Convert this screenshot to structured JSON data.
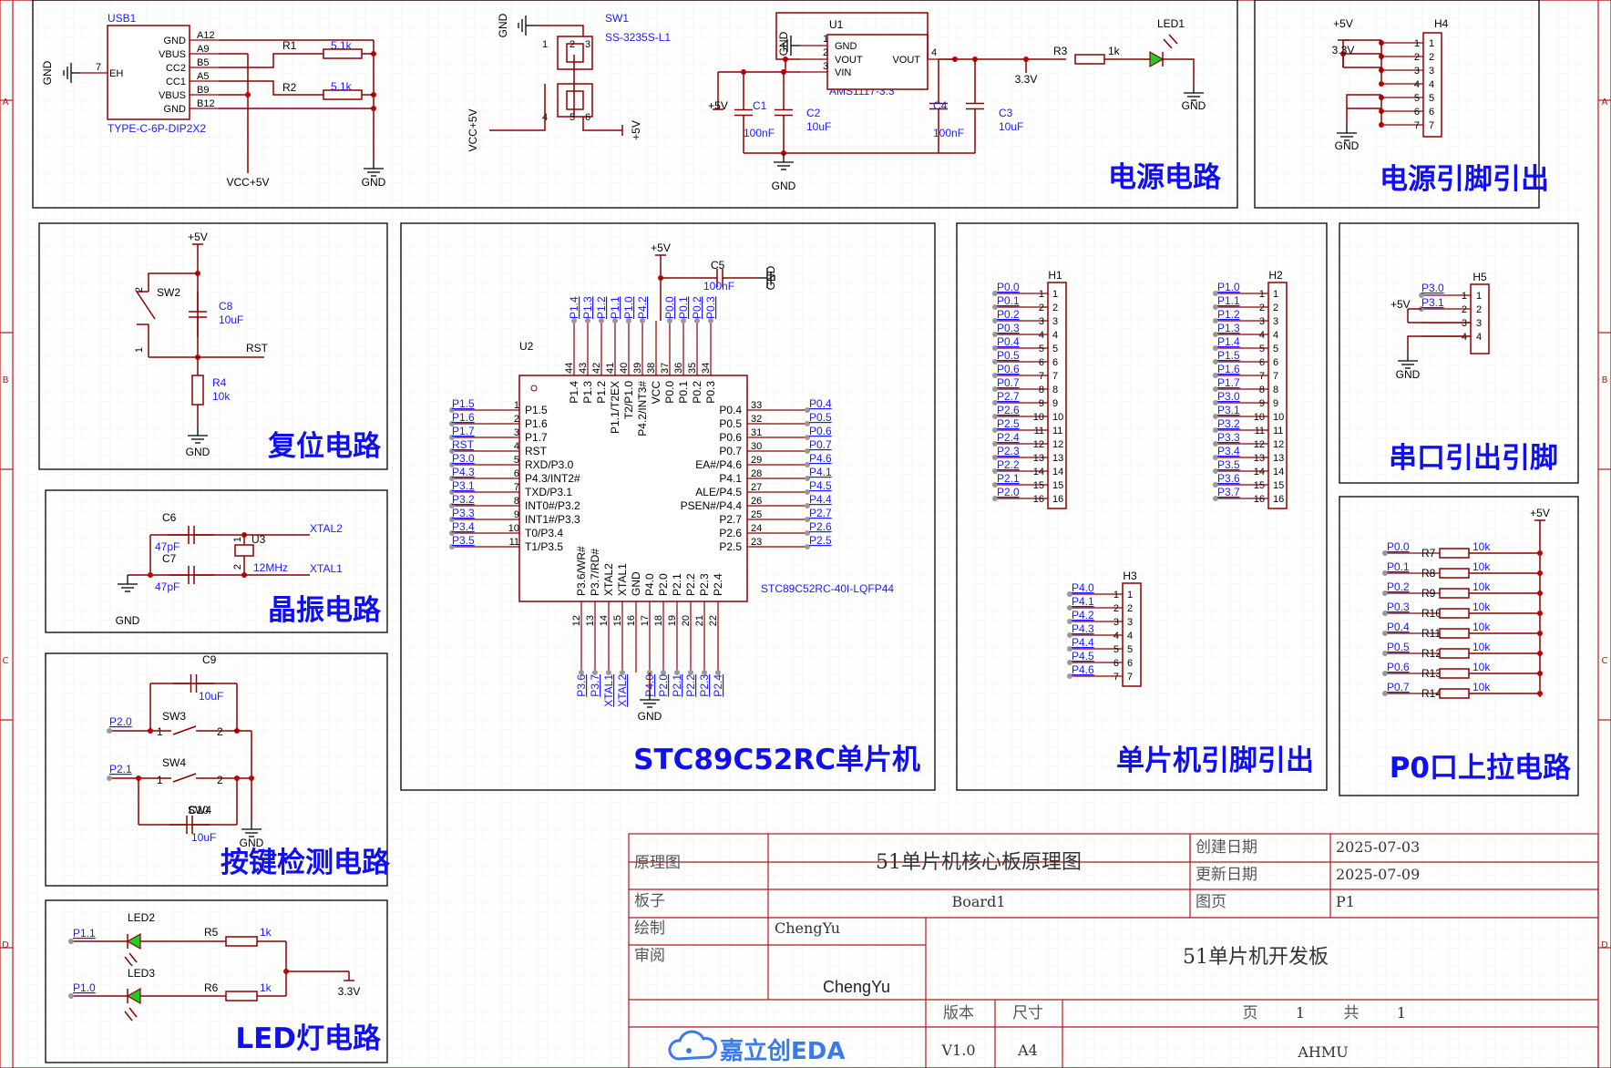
{
  "sections": {
    "power": "电源电路",
    "power_pins": "电源引脚引出",
    "reset": "复位电路",
    "mcu": "STC89C52RC单片机",
    "mcu_pins": "单片机引脚引出",
    "uart": "串口引出引脚",
    "crystal": "晶振电路",
    "pullup": "P0口上拉电路",
    "keys": "按键检测电路",
    "led": "LED灯电路"
  },
  "border_letters": [
    "A",
    "B",
    "C",
    "D"
  ],
  "components": {
    "usb": {
      "ref": "USB1",
      "value": "TYPE-C-6P-DIP2X2",
      "left_pin": "EH",
      "left_pin_num": "7",
      "pins": [
        "GND",
        "VBUS",
        "CC2",
        "CC1",
        "VBUS",
        "GND"
      ],
      "pin_nums": [
        "A12",
        "A9",
        "B5",
        "A5",
        "B9",
        "B12"
      ]
    },
    "r1": {
      "ref": "R1",
      "value": "5.1k"
    },
    "r2": {
      "ref": "R2",
      "value": "5.1k"
    },
    "sw1": {
      "ref": "SW1",
      "value": "SS-3235S-L1"
    },
    "u1": {
      "ref": "U1",
      "value": "AMS1117-3.3",
      "pins": [
        "GND",
        "VOUT",
        "VIN"
      ],
      "vout": "VOUT",
      "nums": [
        "1",
        "2",
        "3",
        "4"
      ]
    },
    "c1": {
      "ref": "C1",
      "value": "100nF"
    },
    "c2": {
      "ref": "C2",
      "value": "10uF"
    },
    "c3": {
      "ref": "C3",
      "value": "10uF"
    },
    "c4": {
      "ref": "C4",
      "value": "100nF"
    },
    "r3": {
      "ref": "R3",
      "value": "1k"
    },
    "led1": {
      "ref": "LED1"
    },
    "h4": {
      "ref": "H4",
      "pins": [
        "1",
        "2",
        "3",
        "4",
        "5",
        "6",
        "7"
      ]
    },
    "sw2": {
      "ref": "SW2"
    },
    "c8": {
      "ref": "C8",
      "value": "10uF"
    },
    "r4": {
      "ref": "R4",
      "value": "10k"
    },
    "c5": {
      "ref": "C5",
      "value": "100nF"
    },
    "u2": {
      "ref": "U2",
      "value": "STC89C52RC-40I-LQFP44",
      "left_names": [
        "P1.5",
        "P1.6",
        "P1.7",
        "RST",
        "RXD/P3.0",
        "P4.3/INT2#",
        "TXD/P3.1",
        "INT0#/P3.2",
        "INT1#/P3.3",
        "T0/P3.4",
        "T1/P3.5"
      ],
      "left_nums": [
        "1",
        "2",
        "3",
        "4",
        "5",
        "6",
        "7",
        "8",
        "9",
        "10",
        "11"
      ],
      "left_nets": [
        "P1.5",
        "P1.6",
        "P1.7",
        "RST",
        "P3.0",
        "P4.3",
        "P3.1",
        "P3.2",
        "P3.3",
        "P3.4",
        "P3.5"
      ],
      "right_names": [
        "P0.4",
        "P0.5",
        "P0.6",
        "P0.7",
        "EA#/P4.6",
        "P4.1",
        "ALE/P4.5",
        "PSEN#/P4.4",
        "P2.7",
        "P2.6",
        "P2.5"
      ],
      "right_nums": [
        "33",
        "32",
        "31",
        "30",
        "29",
        "28",
        "27",
        "26",
        "25",
        "24",
        "23"
      ],
      "right_nets": [
        "P0.4",
        "P0.5",
        "P0.6",
        "P0.7",
        "P4.6",
        "P4.1",
        "P4.5",
        "P4.4",
        "P2.7",
        "P2.6",
        "P2.5"
      ],
      "top_names": [
        "P1.4",
        "P1.3",
        "P1.2",
        "P1.1/T2EX",
        "T2/P1.0",
        "P4.2/INT3#",
        "VCC",
        "P0.0",
        "P0.1",
        "P0.2",
        "P0.3"
      ],
      "top_nums": [
        "44",
        "43",
        "42",
        "41",
        "40",
        "39",
        "38",
        "37",
        "36",
        "35",
        "34"
      ],
      "top_nets": [
        "P1.4",
        "P1.3",
        "P1.2",
        "P1.1",
        "P1.0",
        "P4.2",
        "",
        "P0.0",
        "P0.1",
        "P0.2",
        "P0.3"
      ],
      "bottom_names": [
        "P3.6/WR#",
        "P3.7/RD#",
        "XTAL2",
        "XTAL1",
        "GND",
        "P4.0",
        "P2.0",
        "P2.1",
        "P2.2",
        "P2.3",
        "P2.4"
      ],
      "bottom_nums": [
        "12",
        "13",
        "14",
        "15",
        "16",
        "17",
        "18",
        "19",
        "20",
        "21",
        "22"
      ],
      "bottom_nets": [
        "P3.6",
        "P3.7",
        "XTAL1",
        "XTAL2",
        "",
        "P4.0",
        "P2.0",
        "P2.1",
        "P2.2",
        "P2.3",
        "P2.4"
      ]
    },
    "h1": {
      "ref": "H1",
      "nets": [
        "P0.0",
        "P0.1",
        "P0.2",
        "P0.3",
        "P0.4",
        "P0.5",
        "P0.6",
        "P0.7",
        "P2.7",
        "P2.6",
        "P2.5",
        "P2.4",
        "P2.3",
        "P2.2",
        "P2.1",
        "P2.0"
      ]
    },
    "h2": {
      "ref": "H2",
      "nets": [
        "P1.0",
        "P1.1",
        "P1.2",
        "P1.3",
        "P1.4",
        "P1.5",
        "P1.6",
        "P1.7",
        "P3.0",
        "P3.1",
        "P3.2",
        "P3.3",
        "P3.4",
        "P3.5",
        "P3.6",
        "P3.7"
      ]
    },
    "h3": {
      "ref": "H3",
      "nets": [
        "P4.0",
        "P4.1",
        "P4.2",
        "P4.3",
        "P4.4",
        "P4.5",
        "P4.6"
      ]
    },
    "h5": {
      "ref": "H5",
      "nets": [
        "P3.0",
        "P3.1"
      ],
      "vcc": "+5V"
    },
    "pullups": [
      {
        "net": "P0.0",
        "ref": "R7",
        "value": "10k"
      },
      {
        "net": "P0.1",
        "ref": "R8",
        "value": "10k"
      },
      {
        "net": "P0.2",
        "ref": "R9",
        "value": "10k"
      },
      {
        "net": "P0.3",
        "ref": "R10",
        "value": "10k"
      },
      {
        "net": "P0.4",
        "ref": "R11",
        "value": "10k"
      },
      {
        "net": "P0.5",
        "ref": "R12",
        "value": "10k"
      },
      {
        "net": "P0.6",
        "ref": "R13",
        "value": "10k"
      },
      {
        "net": "P0.7",
        "ref": "R14",
        "value": "10k"
      }
    ],
    "c6": {
      "ref": "C6",
      "value": "47pF"
    },
    "c7": {
      "ref": "C7",
      "value": "47pF"
    },
    "u3": {
      "ref": "U3",
      "value": "12MHz",
      "pins": [
        "1",
        "2"
      ]
    },
    "c9": {
      "ref": "C9",
      "value": "10uF"
    },
    "c10": {
      "ref": "C10",
      "value": "10uF"
    },
    "sw3": {
      "ref": "SW3",
      "net": "P2.0",
      "pins": [
        "1",
        "2"
      ]
    },
    "sw4": {
      "ref": "SW4",
      "net": "P2.1",
      "pins": [
        "1",
        "2"
      ]
    },
    "led2": {
      "ref": "LED2",
      "net": "P1.1",
      "r_ref": "R5",
      "r_value": "1k"
    },
    "led3": {
      "ref": "LED3",
      "net": "P1.0",
      "r_ref": "R6",
      "r_value": "1k"
    }
  },
  "nets": {
    "gnd": "GND",
    "vcc5": "+5V",
    "vcc33": "3.3V",
    "vcc_plus5": "VCC+5V",
    "rst": "RST",
    "xtal1": "XTAL1",
    "xtal2": "XTAL2",
    "pin1": "1",
    "pin2": "2"
  },
  "title_block": {
    "doc_type": "原理图",
    "doc_title": "51单片机核心板原理图",
    "created_label": "创建日期",
    "created": "2025-07-03",
    "updated_label": "更新日期",
    "updated": "2025-07-09",
    "board_label": "板子",
    "board": "Board1",
    "sheet_label": "图页",
    "sheet": "P1",
    "drawn_label": "绘制",
    "drawn": "ChengYu",
    "review_label": "审阅",
    "project": "51单片机开发板",
    "author_sig": "ChengYu",
    "version_label": "版本",
    "version": "V1.0",
    "size_label": "尺寸",
    "size": "A4",
    "page_label": "页",
    "page": "1",
    "total_label": "共",
    "total": "1",
    "company": "AHMU",
    "logo": "嘉立创EDA"
  }
}
